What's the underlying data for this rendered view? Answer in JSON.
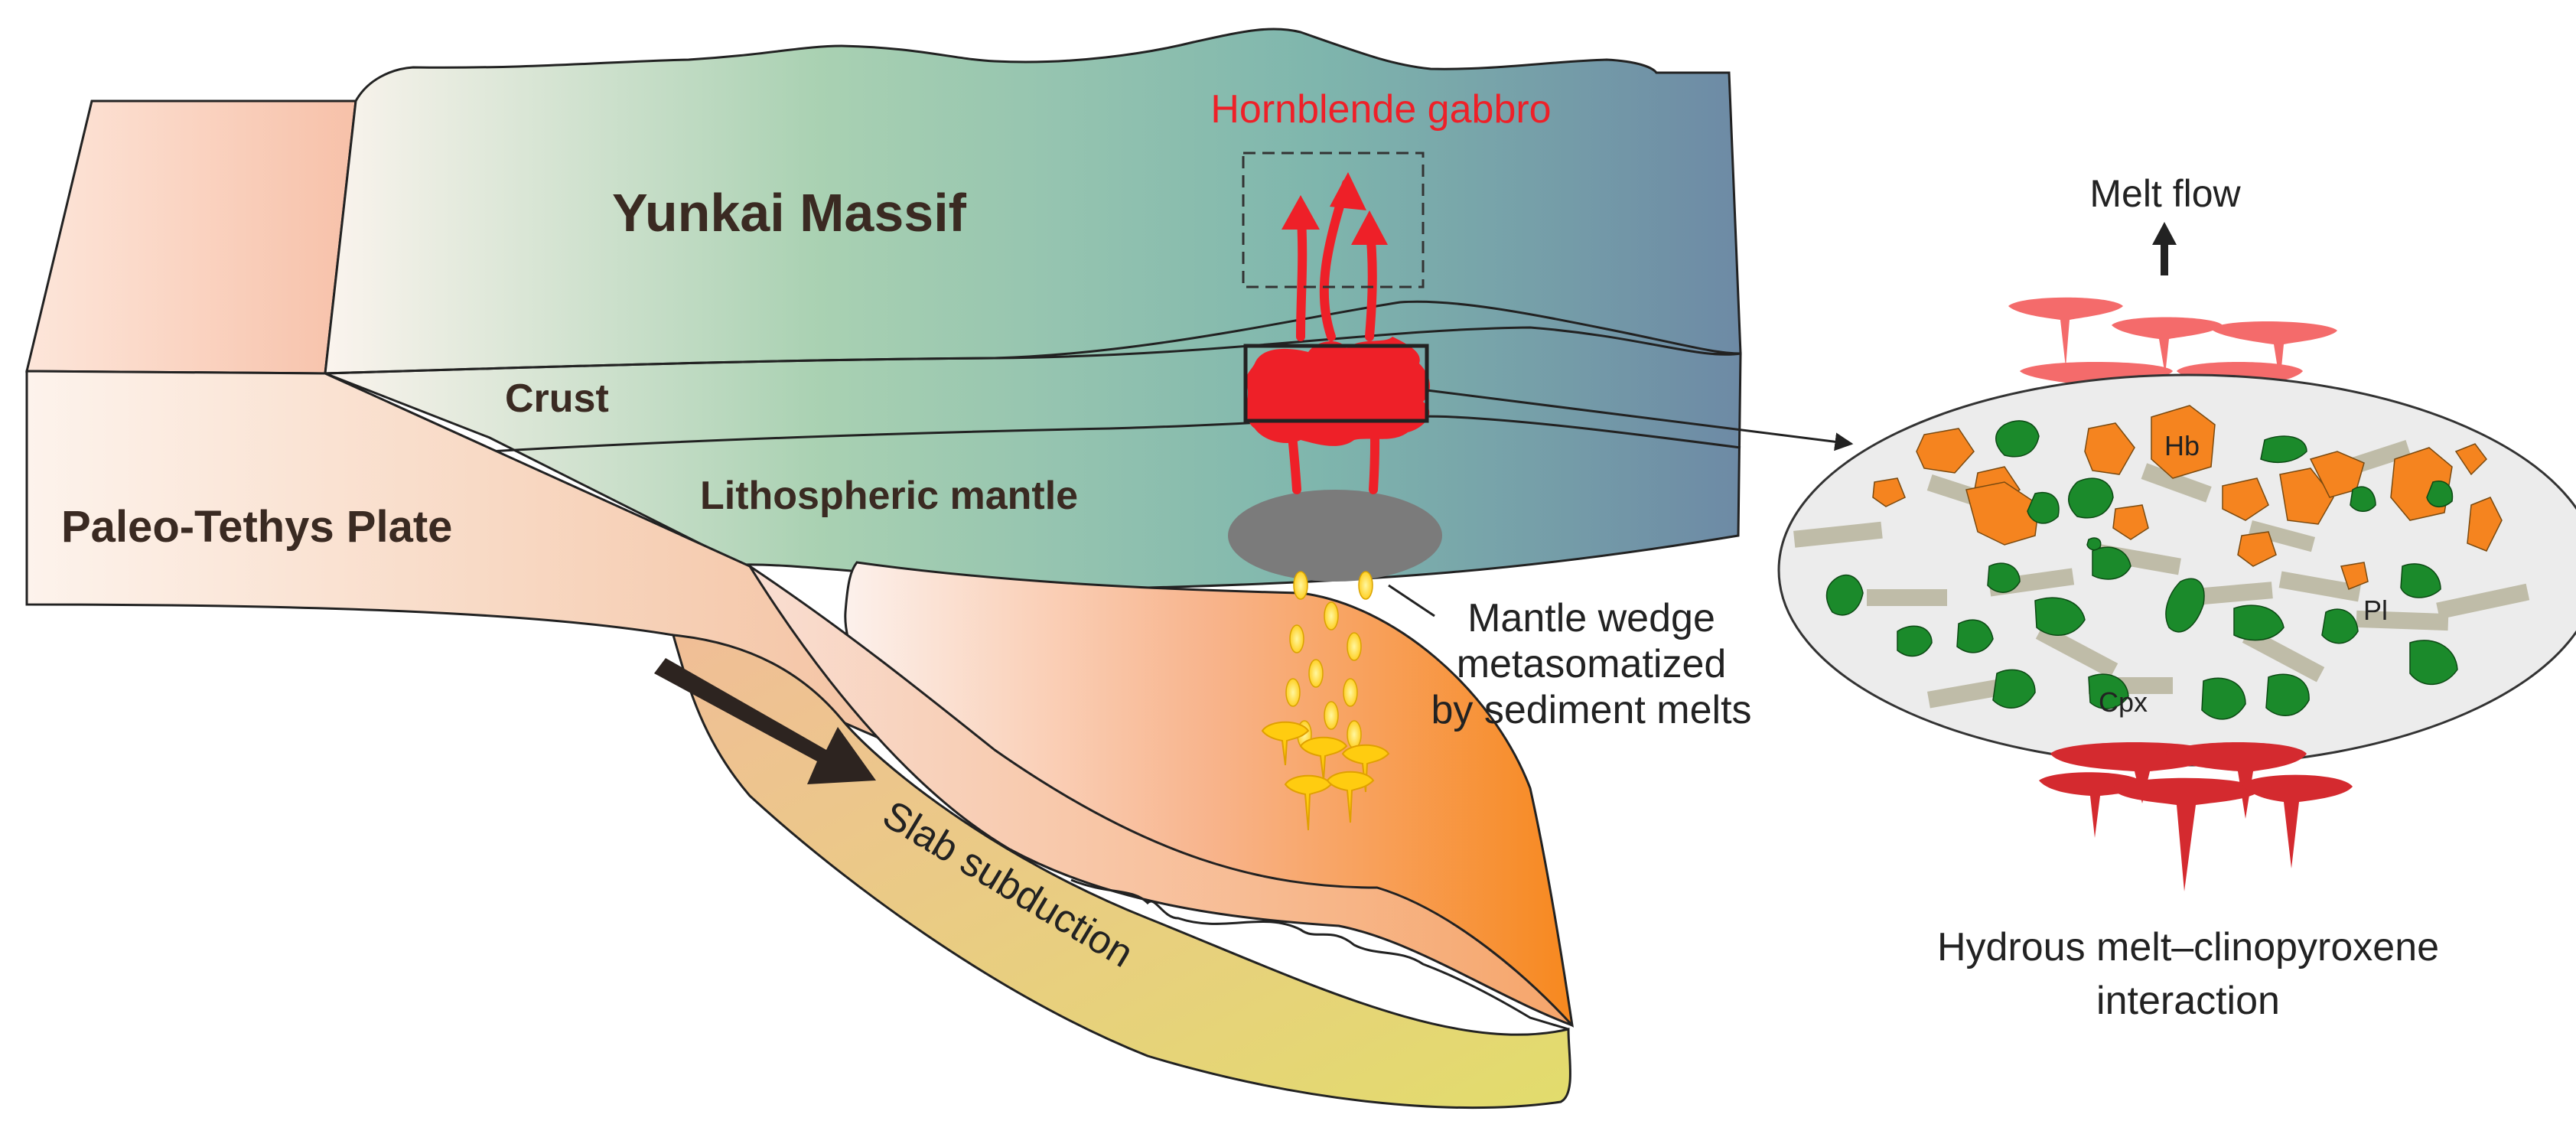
{
  "labels": {
    "hornblende_gabbro": "Hornblende gabbro",
    "yunkai_massif": "Yunkai Massif",
    "crust": "Crust",
    "lithospheric_mantle": "Lithospheric mantle",
    "paleo_tethys_plate": "Paleo-Tethys  Plate",
    "slab_subduction": "Slab subduction",
    "mantle_wedge_line1": "Mantle wedge",
    "mantle_wedge_line2": "metasomatized",
    "mantle_wedge_line3": "by sediment melts",
    "melt_flow": "Melt flow",
    "mineral_hb": "Hb",
    "mineral_pl": "Pl",
    "mineral_cpx": "Cpx",
    "interaction_line1": "Hydrous melt–clinopyroxene",
    "interaction_line2": "interaction"
  },
  "colors": {
    "melt_red": "#ee2028",
    "dark_melt_red": "#d42a2f",
    "pink_melt": "#f46b6b",
    "hornblende_orange": "#f5841f",
    "clinopyroxene_green": "#1b8a2b",
    "plagioclase_gray": "#bfbca8",
    "sediment_melt_yellow": "#ffd21a",
    "metasomatized_wedge_gray": "#7b7b7b",
    "text_dark_brown": "#3a2a22"
  }
}
